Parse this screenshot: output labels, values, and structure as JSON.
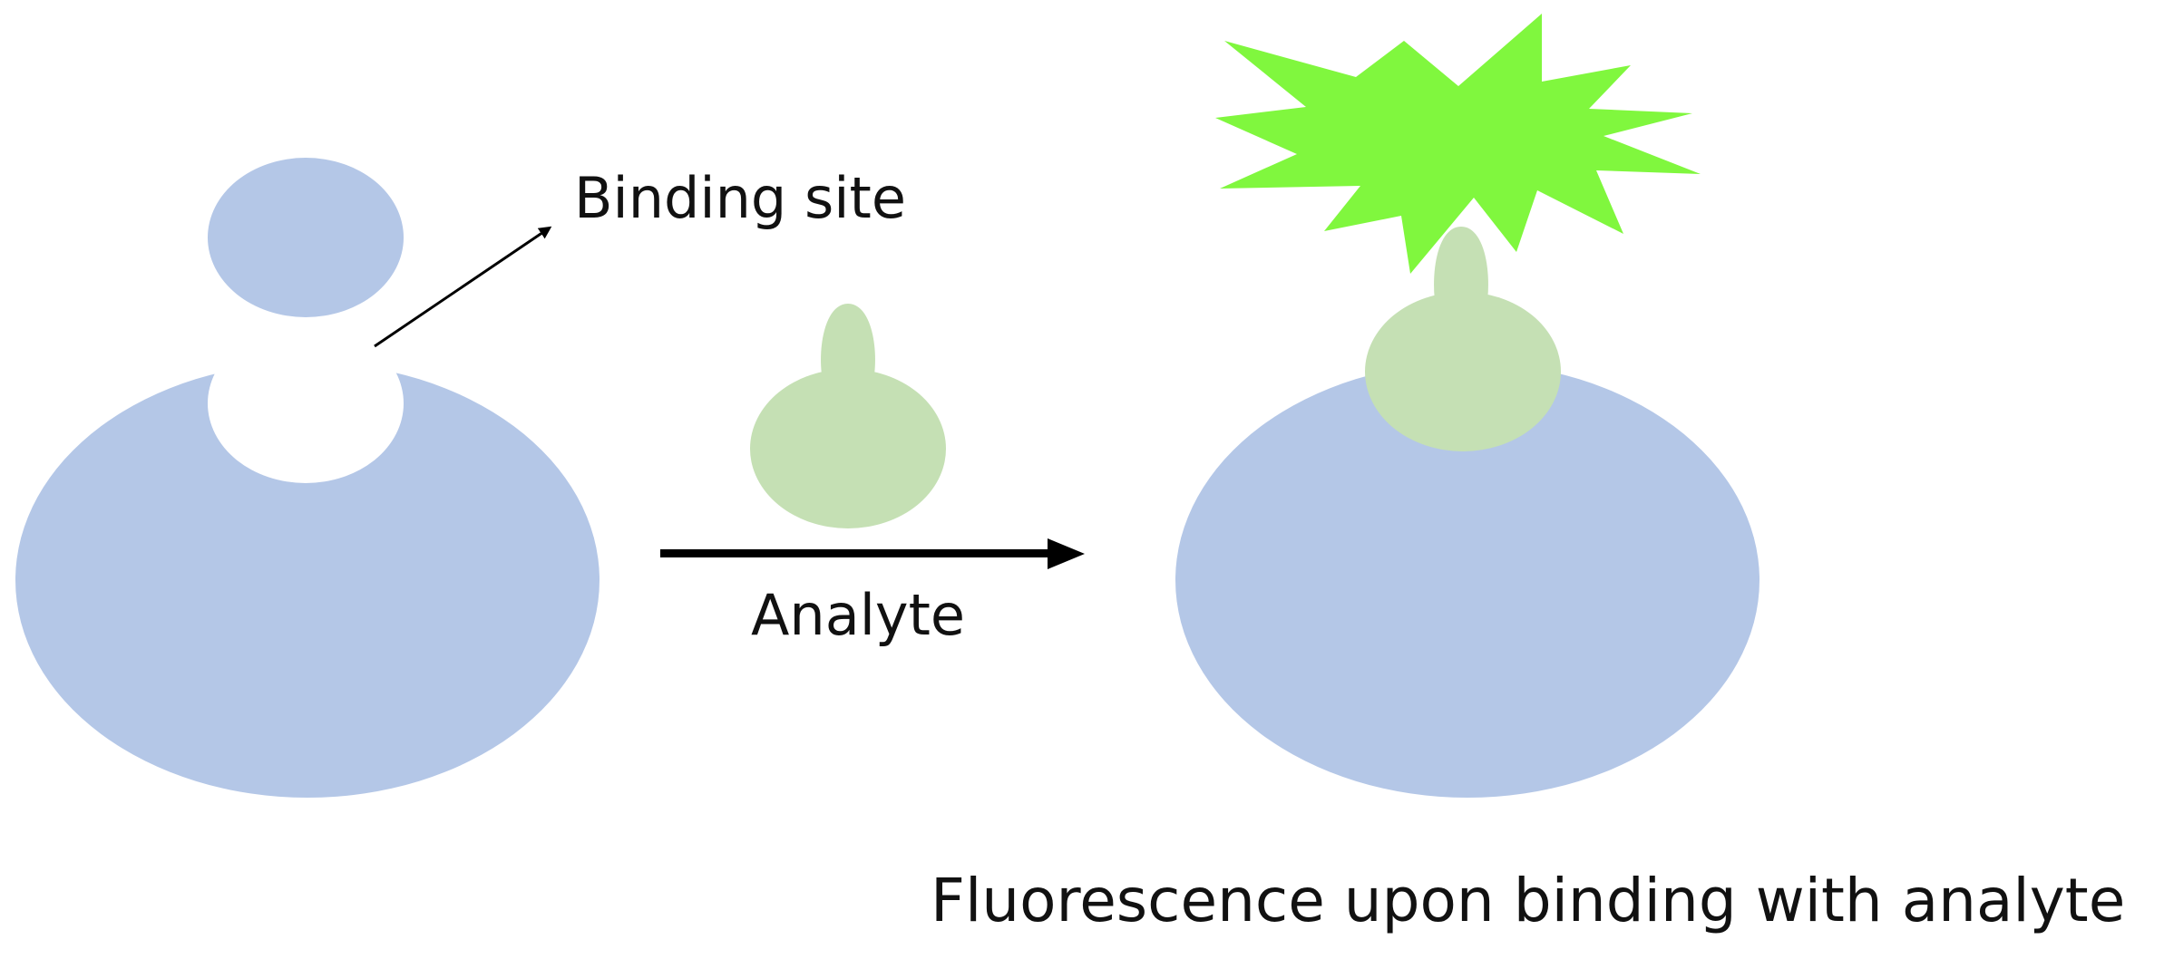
{
  "labels": {
    "binding_site": "Binding site",
    "analyte": "Analyte",
    "caption": "Fluorescence upon binding with analyte"
  },
  "colors": {
    "receptor": "#b4c7e7",
    "analyte": "#c5e0b4",
    "fluorescence": "#80f73e",
    "arrow": "#000000",
    "background": "#ffffff"
  }
}
